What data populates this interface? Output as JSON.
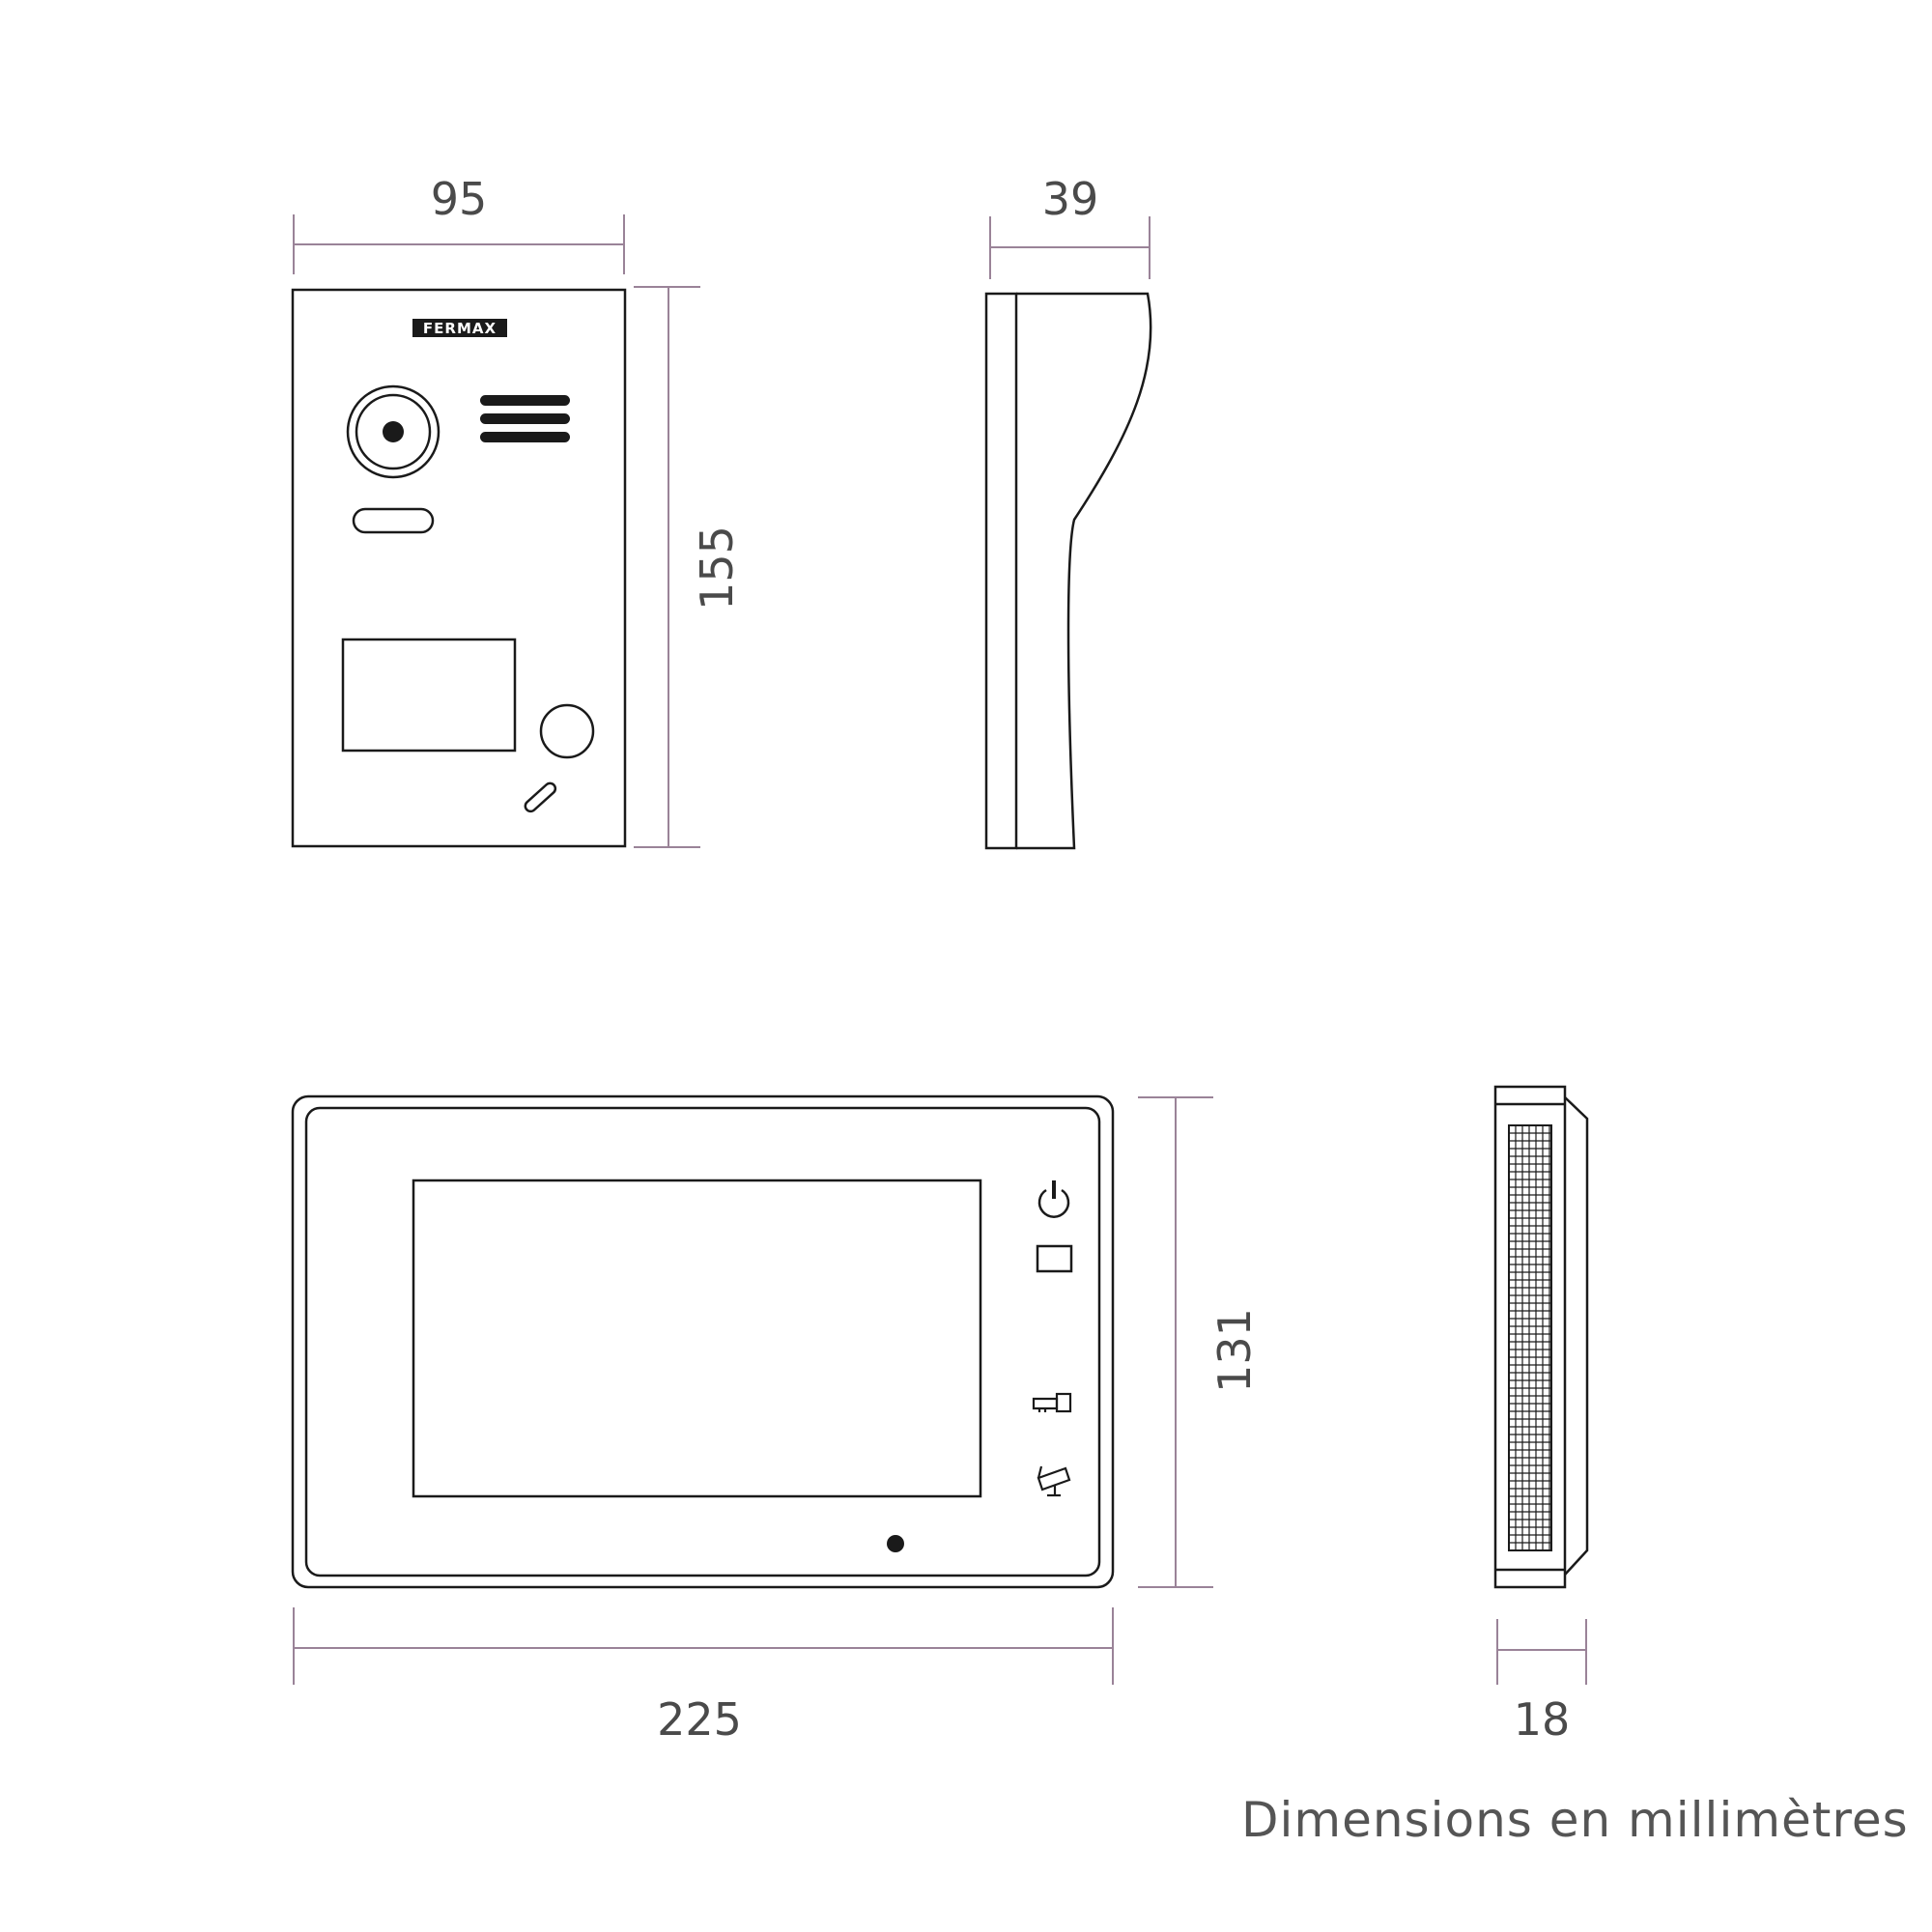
{
  "brand": {
    "logo_text": "FERMAX"
  },
  "dimensions": {
    "panel_width": "95",
    "panel_height": "155",
    "panel_depth": "39",
    "monitor_width": "225",
    "monitor_height": "131",
    "monitor_depth": "18"
  },
  "caption": "Dimensions en millimètres",
  "colors": {
    "dimension_line": "#9a8398",
    "outline": "#1a1a1a",
    "text": "#4a4a4a"
  },
  "icons": {
    "power": "power-icon",
    "menu": "square-menu-icon",
    "unlock": "key-icon",
    "camera": "camera-icon"
  }
}
